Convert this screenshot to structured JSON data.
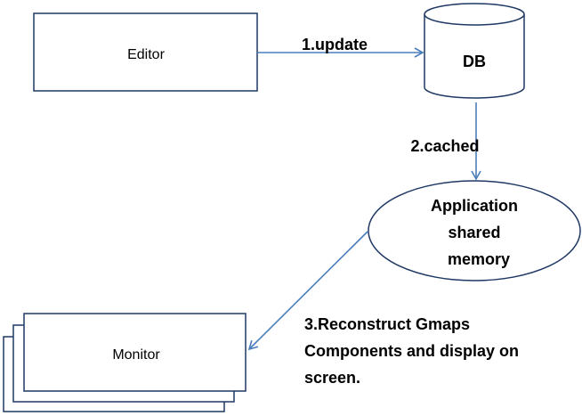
{
  "diagram": {
    "nodes": {
      "editor": {
        "label": "Editor"
      },
      "db": {
        "label": "DB"
      },
      "shared_memory": {
        "lines": [
          "Application",
          "shared",
          "memory"
        ]
      },
      "monitor": {
        "label": "Monitor"
      }
    },
    "edges": {
      "update": {
        "label": "1.update"
      },
      "cached": {
        "label": "2.cached"
      },
      "reconstruct": {
        "lines": [
          "3.Reconstruct Gmaps",
          "Components and display on",
          "screen."
        ]
      }
    },
    "colors": {
      "stroke": "#1F3864",
      "arrow": "#4A7EBB",
      "fill": "#FFFFFF",
      "text": "#000000"
    }
  }
}
